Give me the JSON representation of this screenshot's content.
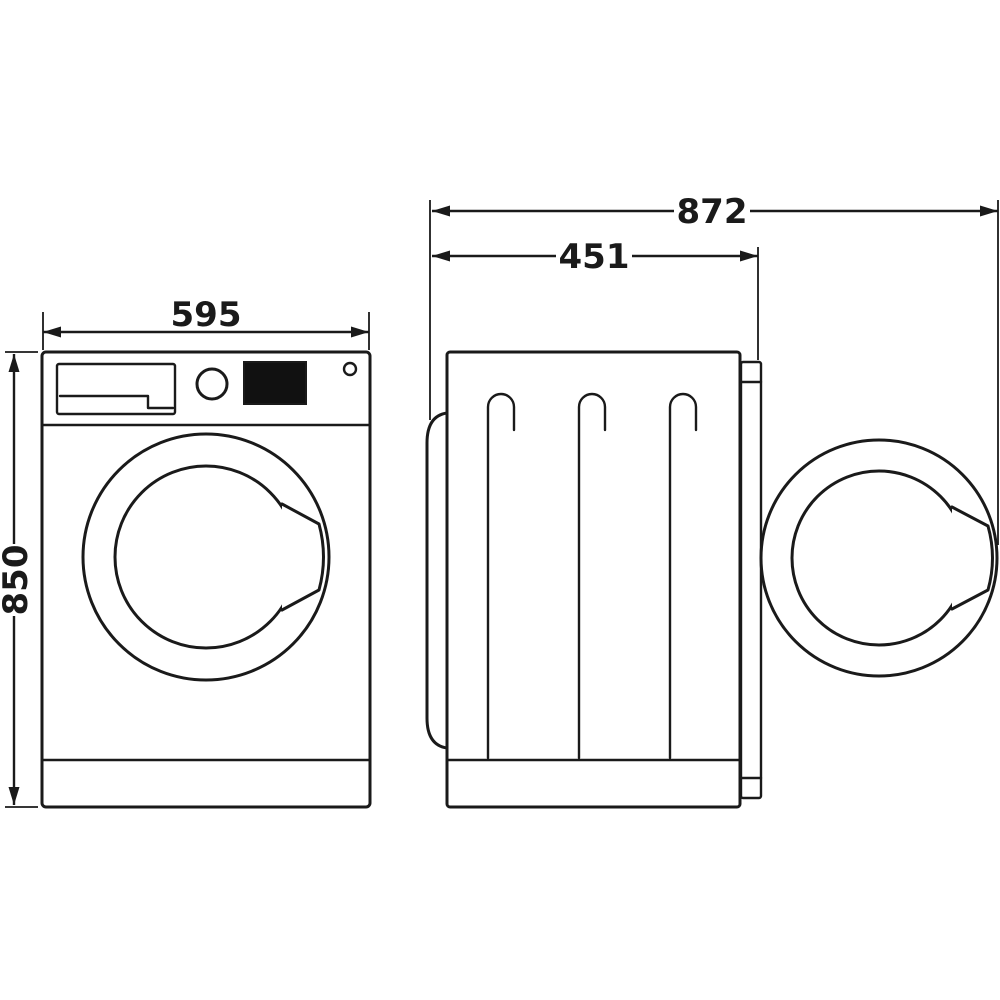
{
  "diagram": {
    "type": "technical-dimension-drawing",
    "dimensions": {
      "width": "595",
      "height": "850",
      "depth_total": "872",
      "depth_body": "451"
    },
    "colors": {
      "line": "#1a1a1a",
      "background": "#ffffff",
      "display_fill": "#111111"
    }
  }
}
